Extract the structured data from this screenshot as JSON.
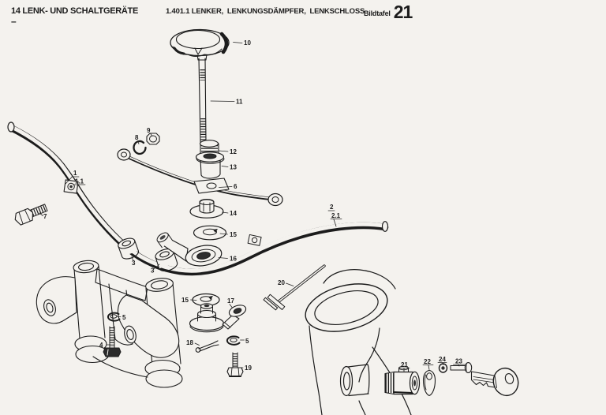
{
  "header": {
    "section_number": "14",
    "section_title": "LENK- UND SCHALTGERÄTE",
    "margin_dash": "–",
    "figure_ref": "1.401.1",
    "figure_title": "LENKER,  LENKUNGSDÄMPFER,  LENKSCHLOSS",
    "plate_label": "Bildtafel",
    "plate_number": "21"
  },
  "colors": {
    "paper": "#f4f2ee",
    "ink": "#1c1c1c"
  },
  "labels": [
    {
      "text": "1"
    },
    {
      "text": "1.1"
    },
    {
      "text": "2"
    },
    {
      "text": "2.1"
    },
    {
      "text": "3"
    },
    {
      "text": "3"
    },
    {
      "text": "4"
    },
    {
      "text": "5"
    },
    {
      "text": "5"
    },
    {
      "text": "6"
    },
    {
      "text": "7"
    },
    {
      "text": "8"
    },
    {
      "text": "9"
    },
    {
      "text": "10"
    },
    {
      "text": "11"
    },
    {
      "text": "12"
    },
    {
      "text": "13"
    },
    {
      "text": "14"
    },
    {
      "text": "15"
    },
    {
      "text": "15"
    },
    {
      "text": "16"
    },
    {
      "text": "17"
    },
    {
      "text": "18"
    },
    {
      "text": "19"
    },
    {
      "text": "20"
    },
    {
      "text": "21"
    },
    {
      "text": "22"
    },
    {
      "text": "23"
    },
    {
      "text": "24"
    }
  ]
}
